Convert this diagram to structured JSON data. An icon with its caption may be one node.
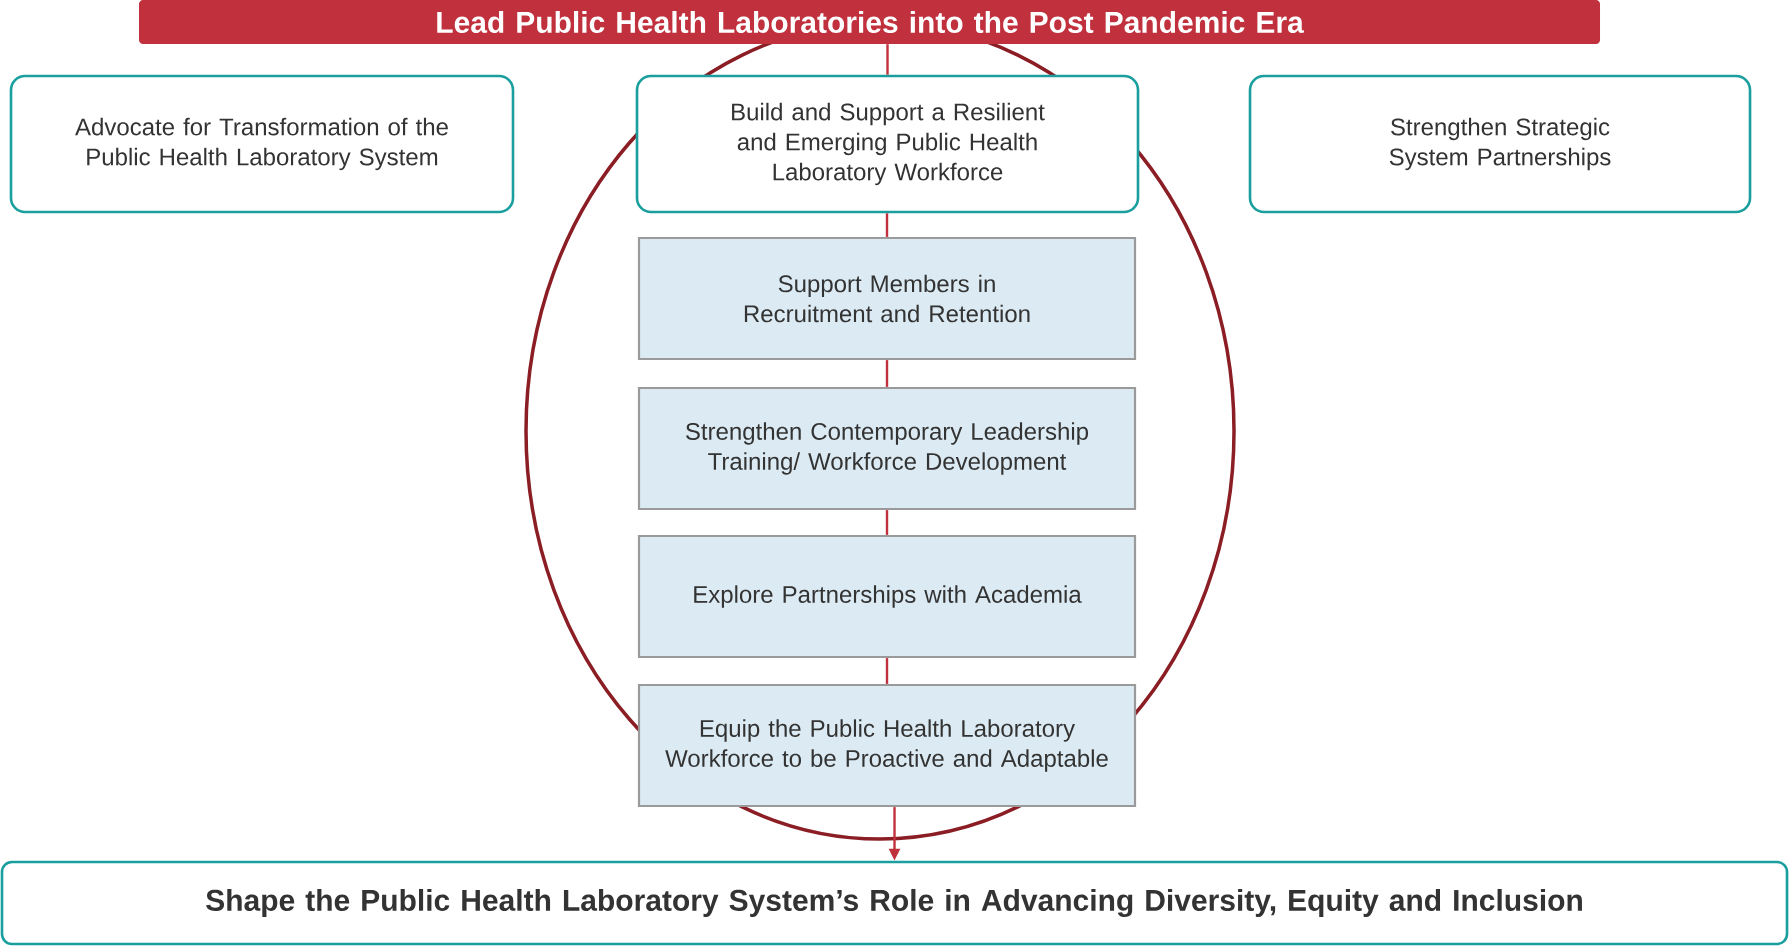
{
  "diagram": {
    "nodes": [
      {
        "text": [
          "Lead Public Health Laboratories into the Post Pandemic Era"
        ]
      },
      {
        "text": [
          "Advocate for Transformation of the Public Health Laboratory System"
        ]
      },
      {
        "text": [
          "Build and Support a Resilient and Emerging Public Health Laboratory Workforce"
        ]
      },
      {
        "text": [
          "Strengthen Strategic System Partnerships"
        ]
      },
      {
        "text": [
          "Support Members in Recruitment and Retention"
        ]
      },
      {
        "text": [
          "Strengthen Contemporary Leadership Training/ Workforce Development"
        ]
      },
      {
        "text": [
          "Explore Partnerships with Academia"
        ]
      },
      {
        "text": [
          "Equip the Public Health Laboratory Workforce to be Proactive and Adaptable"
        ]
      },
      {
        "text": [
          "Shape the Public Health Laboratory System’s Role in Advancing Diversity, Equity and Inclusion"
        ]
      }
    ],
    "edges": [
      {
        "from": 0,
        "to": 2,
        "arrow": "none"
      },
      {
        "from": 2,
        "to": 4,
        "arrow": "none"
      },
      {
        "from": 4,
        "to": 5,
        "arrow": "none"
      },
      {
        "from": 5,
        "to": 6,
        "arrow": "none"
      },
      {
        "from": 6,
        "to": 7,
        "arrow": "none"
      },
      {
        "from": 7,
        "to": 8,
        "arrow": "to"
      }
    ]
  }
}
